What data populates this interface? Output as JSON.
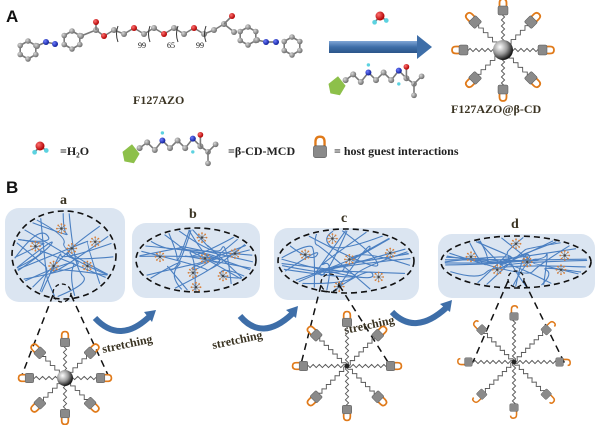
{
  "panels": {
    "A": {
      "label": "A",
      "molecule_label": "F127AZO",
      "repeat_units": [
        "99",
        "65",
        "99"
      ],
      "product_label": "F127AZO@β-CD",
      "legend": [
        {
          "icon": "water-molecule-icon",
          "text": "=H₂O"
        },
        {
          "icon": "beta-cd-mcd-icon",
          "text": "=β-CD-MCD"
        },
        {
          "icon": "padlock-icon",
          "text": "= host guest interactions"
        }
      ]
    },
    "B": {
      "label": "B",
      "states": [
        {
          "label": "a"
        },
        {
          "label": "b"
        },
        {
          "label": "c"
        },
        {
          "label": "d"
        }
      ],
      "transition_label": "stretching"
    }
  },
  "colors": {
    "panel_bg": "#dbe5f1",
    "chain": "#4a7fc1",
    "arrow": "#3e6ea8",
    "atom_carbon": "#8c8c8c",
    "atom_nitrogen": "#1f2fd0",
    "atom_oxygen": "#d01818",
    "cd_green": "#8dc04a",
    "lock_orange": "#e07a1a"
  }
}
